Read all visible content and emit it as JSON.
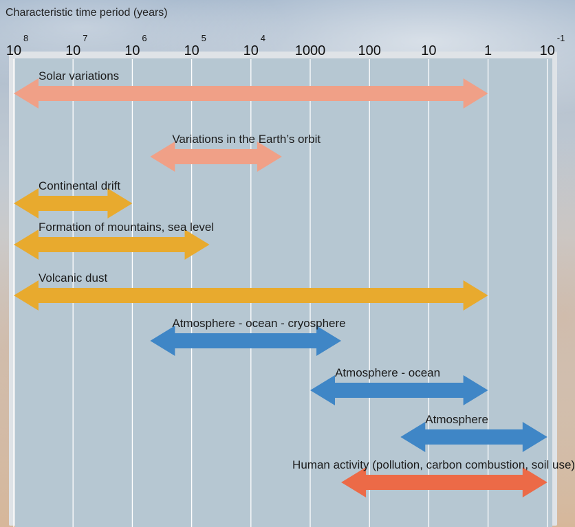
{
  "chart_data": {
    "type": "range-bar",
    "title": "Characteristic time period (years)",
    "x_scale": "log10-reversed",
    "xlim": [
      100000000,
      0.1
    ],
    "x_ticks": [
      {
        "value": 100000000,
        "base": "10",
        "exp": "8"
      },
      {
        "value": 10000000,
        "base": "10",
        "exp": "7"
      },
      {
        "value": 1000000,
        "base": "10",
        "exp": "6"
      },
      {
        "value": 100000,
        "base": "10",
        "exp": "5"
      },
      {
        "value": 10000,
        "base": "10",
        "exp": "4"
      },
      {
        "value": 1000,
        "base": "1000",
        "exp": ""
      },
      {
        "value": 100,
        "base": "100",
        "exp": ""
      },
      {
        "value": 10,
        "base": "10",
        "exp": ""
      },
      {
        "value": 1,
        "base": "1",
        "exp": ""
      },
      {
        "value": 0.1,
        "base": "10",
        "exp": "-1"
      }
    ],
    "grid": true,
    "colors": {
      "salmon": "#f0a087",
      "orange": "#e8aa2e",
      "blue": "#3f86c6",
      "red": "#ec6a47"
    },
    "ranges": [
      {
        "label": "Solar variations",
        "from": 100000000,
        "to": 1,
        "color": "#f0a087"
      },
      {
        "label": "Variations in the Earth’s orbit",
        "from": 500000,
        "to": 3000,
        "color": "#f0a087"
      },
      {
        "label": "Continental drift",
        "from": 100000000,
        "to": 1000000,
        "color": "#e8aa2e"
      },
      {
        "label": "Formation of mountains, sea level",
        "from": 100000000,
        "to": 50000,
        "color": "#e8aa2e"
      },
      {
        "label": "Volcanic dust",
        "from": 100000000,
        "to": 1,
        "color": "#e8aa2e"
      },
      {
        "label": "Atmosphere - ocean - cryosphere",
        "from": 500000,
        "to": 300,
        "color": "#3f86c6"
      },
      {
        "label": "Atmosphere - ocean",
        "from": 1000,
        "to": 1,
        "color": "#3f86c6"
      },
      {
        "label": "Atmosphere",
        "from": 30,
        "to": 0.1,
        "color": "#3f86c6"
      },
      {
        "label": "Human activity (pollution, carbon combustion, soil use)",
        "from": 300,
        "to": 0.1,
        "color": "#ec6a47"
      }
    ]
  }
}
